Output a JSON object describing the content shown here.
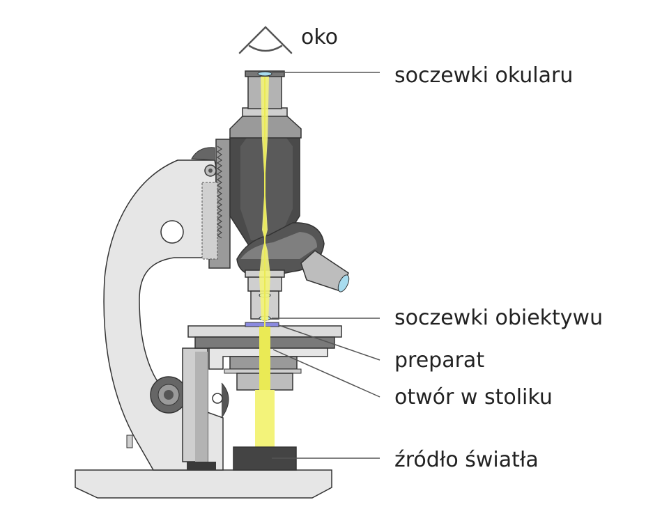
{
  "labels": {
    "eye": "oko",
    "eyepiece_lenses": "soczewki okularu",
    "objective_lenses": "soczewki obiektywu",
    "specimen": "preparat",
    "stage_opening": "otwór w stoliku",
    "light_source": "źródło światła"
  },
  "colors": {
    "light_beam": "#f3f37a",
    "light_core": "#eaea55",
    "stand": "#e6e6e6",
    "tube_dark": "#4a4a4a",
    "lens": "#a8dcef",
    "specimen": "#8a8ae0",
    "outline": "#333333",
    "leader_line": "#555555"
  }
}
